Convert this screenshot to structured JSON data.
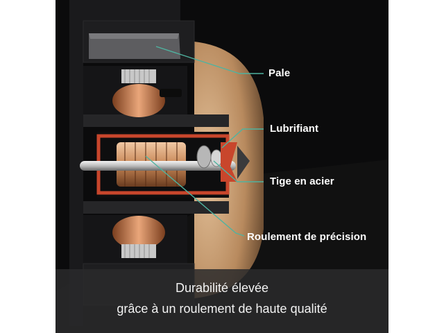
{
  "callouts": {
    "blade": "Pale",
    "lubricant": "Lubrifiant",
    "steel_shaft": "Tige en acier",
    "precision_bearing": "Roulement de précision"
  },
  "caption": {
    "line1": "Durabilité élevée",
    "line2": "grâce à un roulement de haute qualité"
  },
  "colors": {
    "background": "#0b0b0c",
    "housing": "#1f1f21",
    "callout_line": "#4fb3a0",
    "copper": "#c98a5a",
    "bearing_red": "#c8462c",
    "blade_tan": "#c9a07a"
  }
}
